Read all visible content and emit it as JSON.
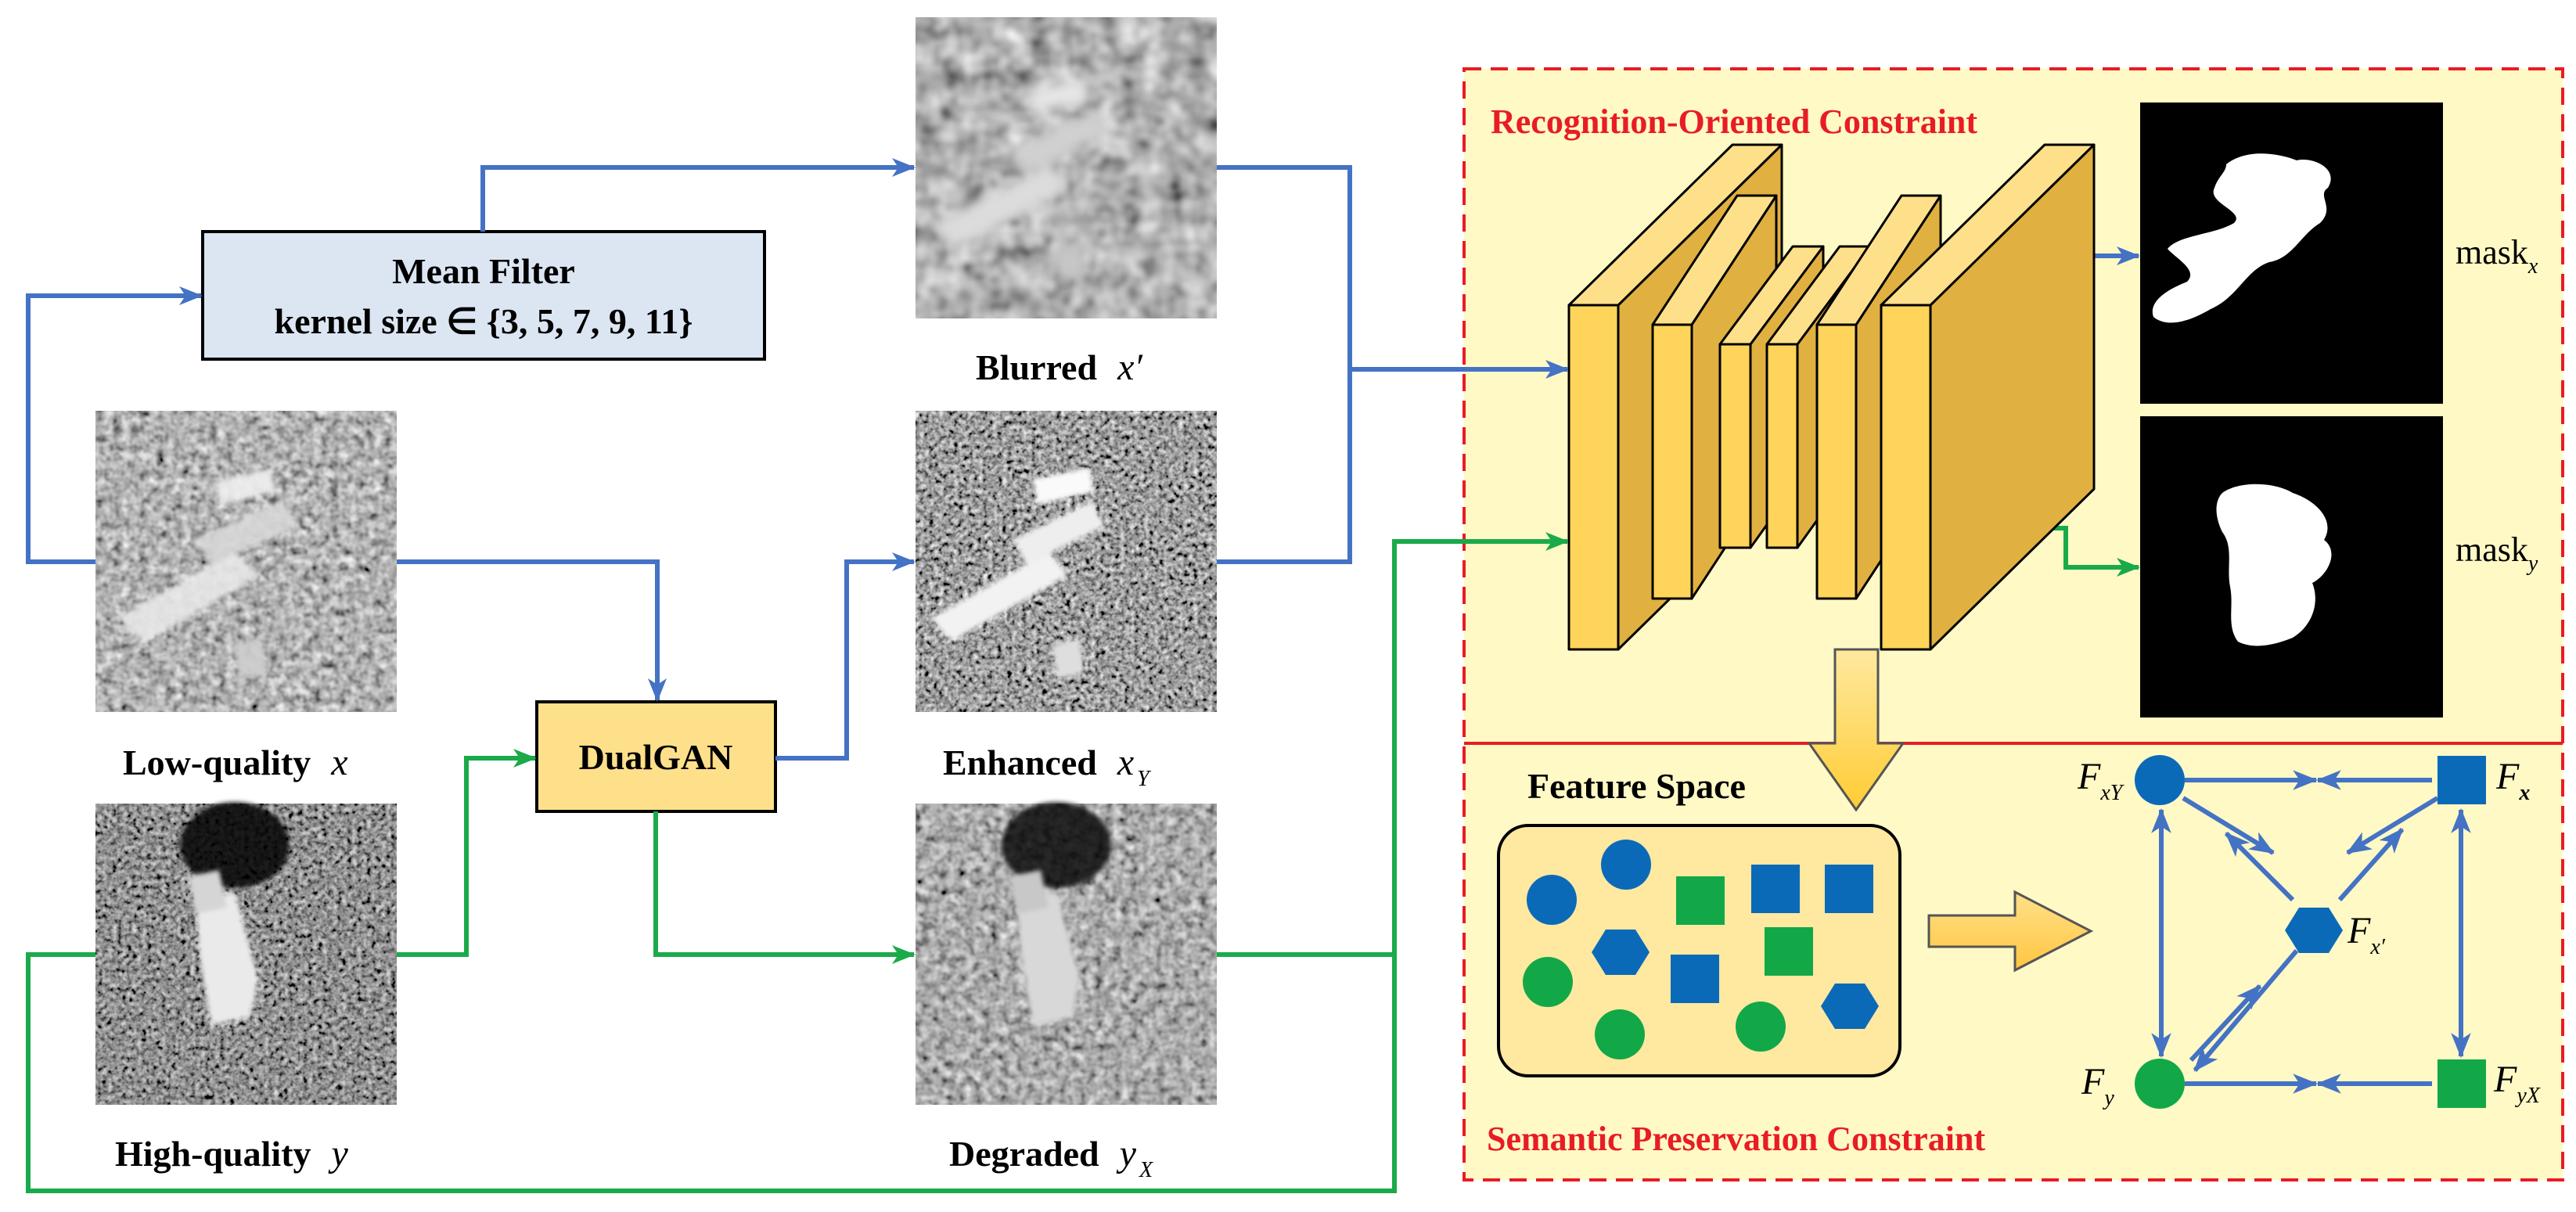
{
  "colors": {
    "blue_arrow": "#4472c4",
    "green_arrow": "#1aaa4a",
    "red_dash": "#e81c24",
    "panel_fill": "#fff9c6",
    "filter_box_fill": "#dce6f2",
    "dualgan_fill": "#ffe08a",
    "block_front": "#ffd45a",
    "block_side": "#e0b040",
    "feature_box_fill": "#ffe8a0",
    "node_blue": "#0b6ab8",
    "node_green": "#12a848"
  },
  "mean_filter": {
    "line1": "Mean Filter",
    "line2": "kernel size ∈ {3, 5, 7, 9, 11}"
  },
  "dualgan": {
    "label": "DualGAN"
  },
  "images": {
    "low_quality": {
      "label": "Low-quality",
      "var": "x",
      "sub": ""
    },
    "high_quality": {
      "label": "High-quality",
      "var": "y",
      "sub": ""
    },
    "blurred": {
      "label": "Blurred",
      "var": "x′",
      "sub": ""
    },
    "enhanced": {
      "label": "Enhanced",
      "var": "x",
      "sub": "Y"
    },
    "degraded": {
      "label": "Degraded",
      "var": "y",
      "sub": "X"
    }
  },
  "constraints": {
    "recognition": "Recognition-Oriented Constraint",
    "semantic": "Semantic Preservation Constraint"
  },
  "masks": {
    "mask_x": {
      "label": "mask",
      "sub": "x"
    },
    "mask_y": {
      "label": "mask",
      "sub": "y"
    }
  },
  "feature_space": {
    "title": "Feature Space"
  },
  "graph_nodes": {
    "fxy": {
      "label": "F",
      "sub": "xY",
      "shape": "circle",
      "color": "blue"
    },
    "fx": {
      "label": "F",
      "sub": "x",
      "shape": "square",
      "color": "blue"
    },
    "fxp": {
      "label": "F",
      "sub": "x′",
      "shape": "hexagon",
      "color": "blue"
    },
    "fy": {
      "label": "F",
      "sub": "y",
      "shape": "circle",
      "color": "green"
    },
    "fyx": {
      "label": "F",
      "sub": "yX",
      "shape": "square",
      "color": "green"
    }
  }
}
